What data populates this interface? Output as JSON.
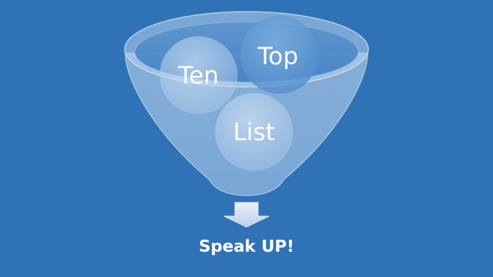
{
  "funnel": {
    "words": [
      {
        "name": "ten",
        "label": "Ten"
      },
      {
        "name": "top",
        "label": "Top"
      },
      {
        "name": "list",
        "label": "List"
      }
    ]
  },
  "caption": {
    "text": "Speak UP!"
  },
  "colors": {
    "background": "#2f73b6",
    "funnel_body": "#a9c8e8",
    "funnel_rim": "#6fa3d8",
    "circle": "#cfe1f3",
    "arrow": "#dce8f6",
    "text": "#ffffff"
  }
}
